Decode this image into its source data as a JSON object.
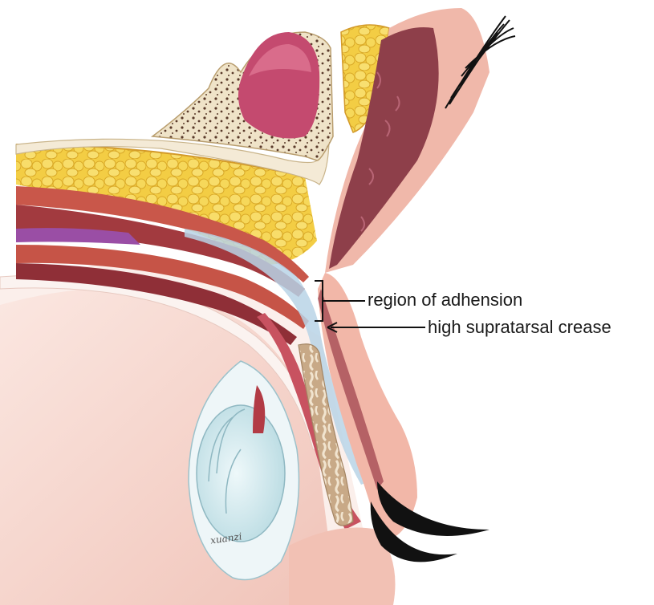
{
  "labels": {
    "adhesion": "region of adhension",
    "crease": "high supratarsal crease"
  },
  "signature": "xuanzi",
  "colors": {
    "skin": "#f3c4b8",
    "skin_dark": "#e39a8e",
    "fat": "#f5d347",
    "fat_dark": "#e3b52c",
    "bone": "#f4ead6",
    "bone_spots": "#5a3a2a",
    "muscle": "#c9574a",
    "muscle_dark": "#8f2f37",
    "purple": "#9a4ea5",
    "tarsus": "#c9ad8a",
    "globe": "#f3cfc6",
    "lens": "#d9ecef",
    "sinus": "#c44a6f",
    "lash": "#111111",
    "aponeurosis": "#b9d3e6"
  }
}
